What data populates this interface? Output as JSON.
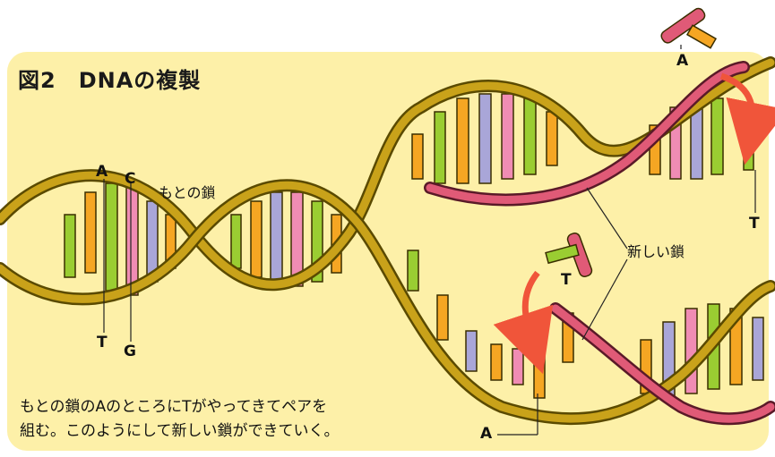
{
  "figure": {
    "title": "図2　DNAの複製",
    "original_strand_label": "もとの鎖",
    "new_strand_label": "新しい鎖",
    "caption_line1": "もとの鎖のAのところにTがやってきてペアを",
    "caption_line2": "組む。このようにして新しい鎖ができていく。"
  },
  "bases": {
    "left_top_1": "A",
    "left_top_2": "C",
    "left_bottom_1": "T",
    "left_bottom_2": "G",
    "free_top": "A",
    "free_bottom": "T",
    "right_top_end": "T",
    "bottom_fork": "A"
  },
  "colors": {
    "background_panel": "#fdf0a8",
    "backbone": "#c9a21a",
    "backbone_outline": "#5a4a00",
    "new_strand": "#e05a77",
    "arrow": "#f0553a",
    "base_green": "#9acd32",
    "base_orange": "#f5a623",
    "base_pink": "#f08cb4",
    "base_lilac": "#a9a6d8"
  }
}
